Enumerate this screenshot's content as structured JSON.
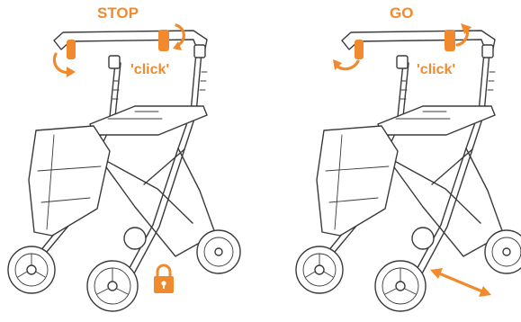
{
  "colors": {
    "accent": "#F08A2C",
    "line": "#3a3a3a",
    "background": "#ffffff"
  },
  "panels": [
    {
      "heading": "STOP",
      "sound": "'click'",
      "indicator_icon": "padlock-icon",
      "brake_state": "locked"
    },
    {
      "heading": "GO",
      "sound": "'click'",
      "indicator_icon": "double-arrow-icon",
      "brake_state": "released"
    }
  ]
}
